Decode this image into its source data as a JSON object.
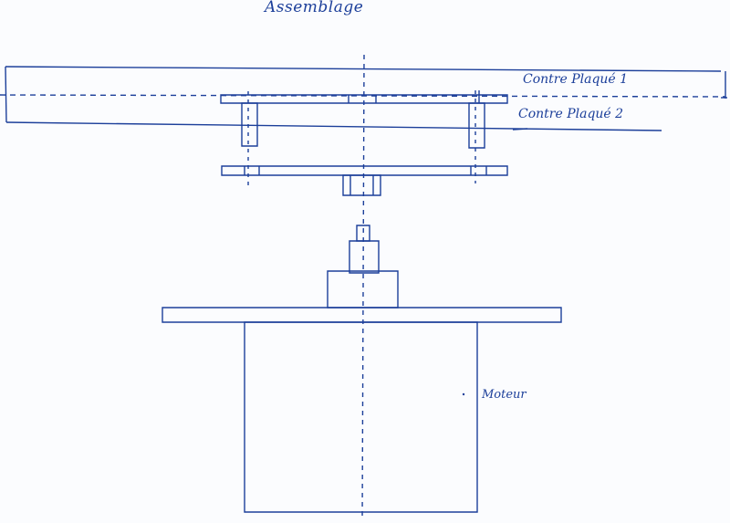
{
  "title": "Assemblage",
  "labels": {
    "contre_plaque_1": "Contre Plaqué 1",
    "contre_plaque_2": "Contre Plaqué 2",
    "moteur": "Moteur"
  },
  "colors": {
    "ink": "#1c3f9a",
    "paper": "#fbfcfe"
  }
}
